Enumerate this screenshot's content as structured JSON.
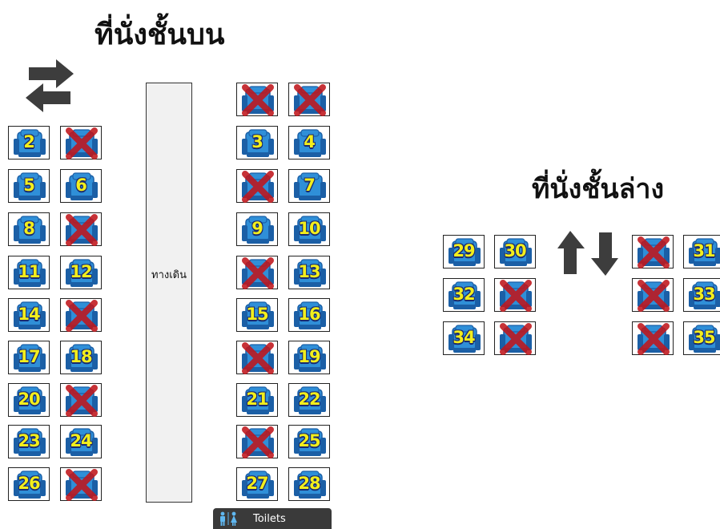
{
  "upper_deck": {
    "title": "ที่นั่งชั้นบน",
    "aisle_label": "ทางเดิน",
    "toilet_label": "Toilets",
    "seats": [
      {
        "num": "",
        "booked": true
      },
      {
        "num": "",
        "booked": true
      },
      {
        "num": "2",
        "booked": false
      },
      {
        "num": "",
        "booked": true
      },
      {
        "num": "3",
        "booked": false
      },
      {
        "num": "4",
        "booked": false
      },
      {
        "num": "5",
        "booked": false
      },
      {
        "num": "6",
        "booked": false
      },
      {
        "num": "",
        "booked": true
      },
      {
        "num": "7",
        "booked": false
      },
      {
        "num": "8",
        "booked": false
      },
      {
        "num": "",
        "booked": true
      },
      {
        "num": "9",
        "booked": false
      },
      {
        "num": "10",
        "booked": false
      },
      {
        "num": "11",
        "booked": false
      },
      {
        "num": "12",
        "booked": false
      },
      {
        "num": "",
        "booked": true
      },
      {
        "num": "13",
        "booked": false
      },
      {
        "num": "14",
        "booked": false
      },
      {
        "num": "",
        "booked": true
      },
      {
        "num": "15",
        "booked": false
      },
      {
        "num": "16",
        "booked": false
      },
      {
        "num": "17",
        "booked": false
      },
      {
        "num": "18",
        "booked": false
      },
      {
        "num": "",
        "booked": true
      },
      {
        "num": "19",
        "booked": false
      },
      {
        "num": "20",
        "booked": false
      },
      {
        "num": "",
        "booked": true
      },
      {
        "num": "21",
        "booked": false
      },
      {
        "num": "22",
        "booked": false
      },
      {
        "num": "23",
        "booked": false
      },
      {
        "num": "24",
        "booked": false
      },
      {
        "num": "",
        "booked": true
      },
      {
        "num": "25",
        "booked": false
      },
      {
        "num": "26",
        "booked": false
      },
      {
        "num": "",
        "booked": true
      },
      {
        "num": "27",
        "booked": false
      },
      {
        "num": "28",
        "booked": false
      }
    ]
  },
  "lower_deck": {
    "title": "ที่นั่งชั้นล่าง",
    "seats": [
      {
        "num": "29",
        "booked": false
      },
      {
        "num": "30",
        "booked": false
      },
      {
        "num": "",
        "booked": true
      },
      {
        "num": "31",
        "booked": false
      },
      {
        "num": "32",
        "booked": false
      },
      {
        "num": "",
        "booked": true
      },
      {
        "num": "",
        "booked": true
      },
      {
        "num": "33",
        "booked": false
      },
      {
        "num": "34",
        "booked": false
      },
      {
        "num": "",
        "booked": true
      },
      {
        "num": "",
        "booked": true
      },
      {
        "num": "35",
        "booked": false
      }
    ]
  },
  "colors": {
    "seat_blue": "#2f8fd8",
    "seat_blue_dark": "#1b5fa6",
    "booked_red": "#c0161c",
    "number_yellow": "#f2ee1c",
    "arrow_gray": "#3d3d3d"
  },
  "icons": {
    "upper_direction": "swap-horizontal-arrows-icon",
    "lower_direction": "swap-vertical-arrows-icon",
    "toilet": "toilet-people-icon",
    "seat": "seat-icon",
    "booked": "booked-x-icon"
  }
}
